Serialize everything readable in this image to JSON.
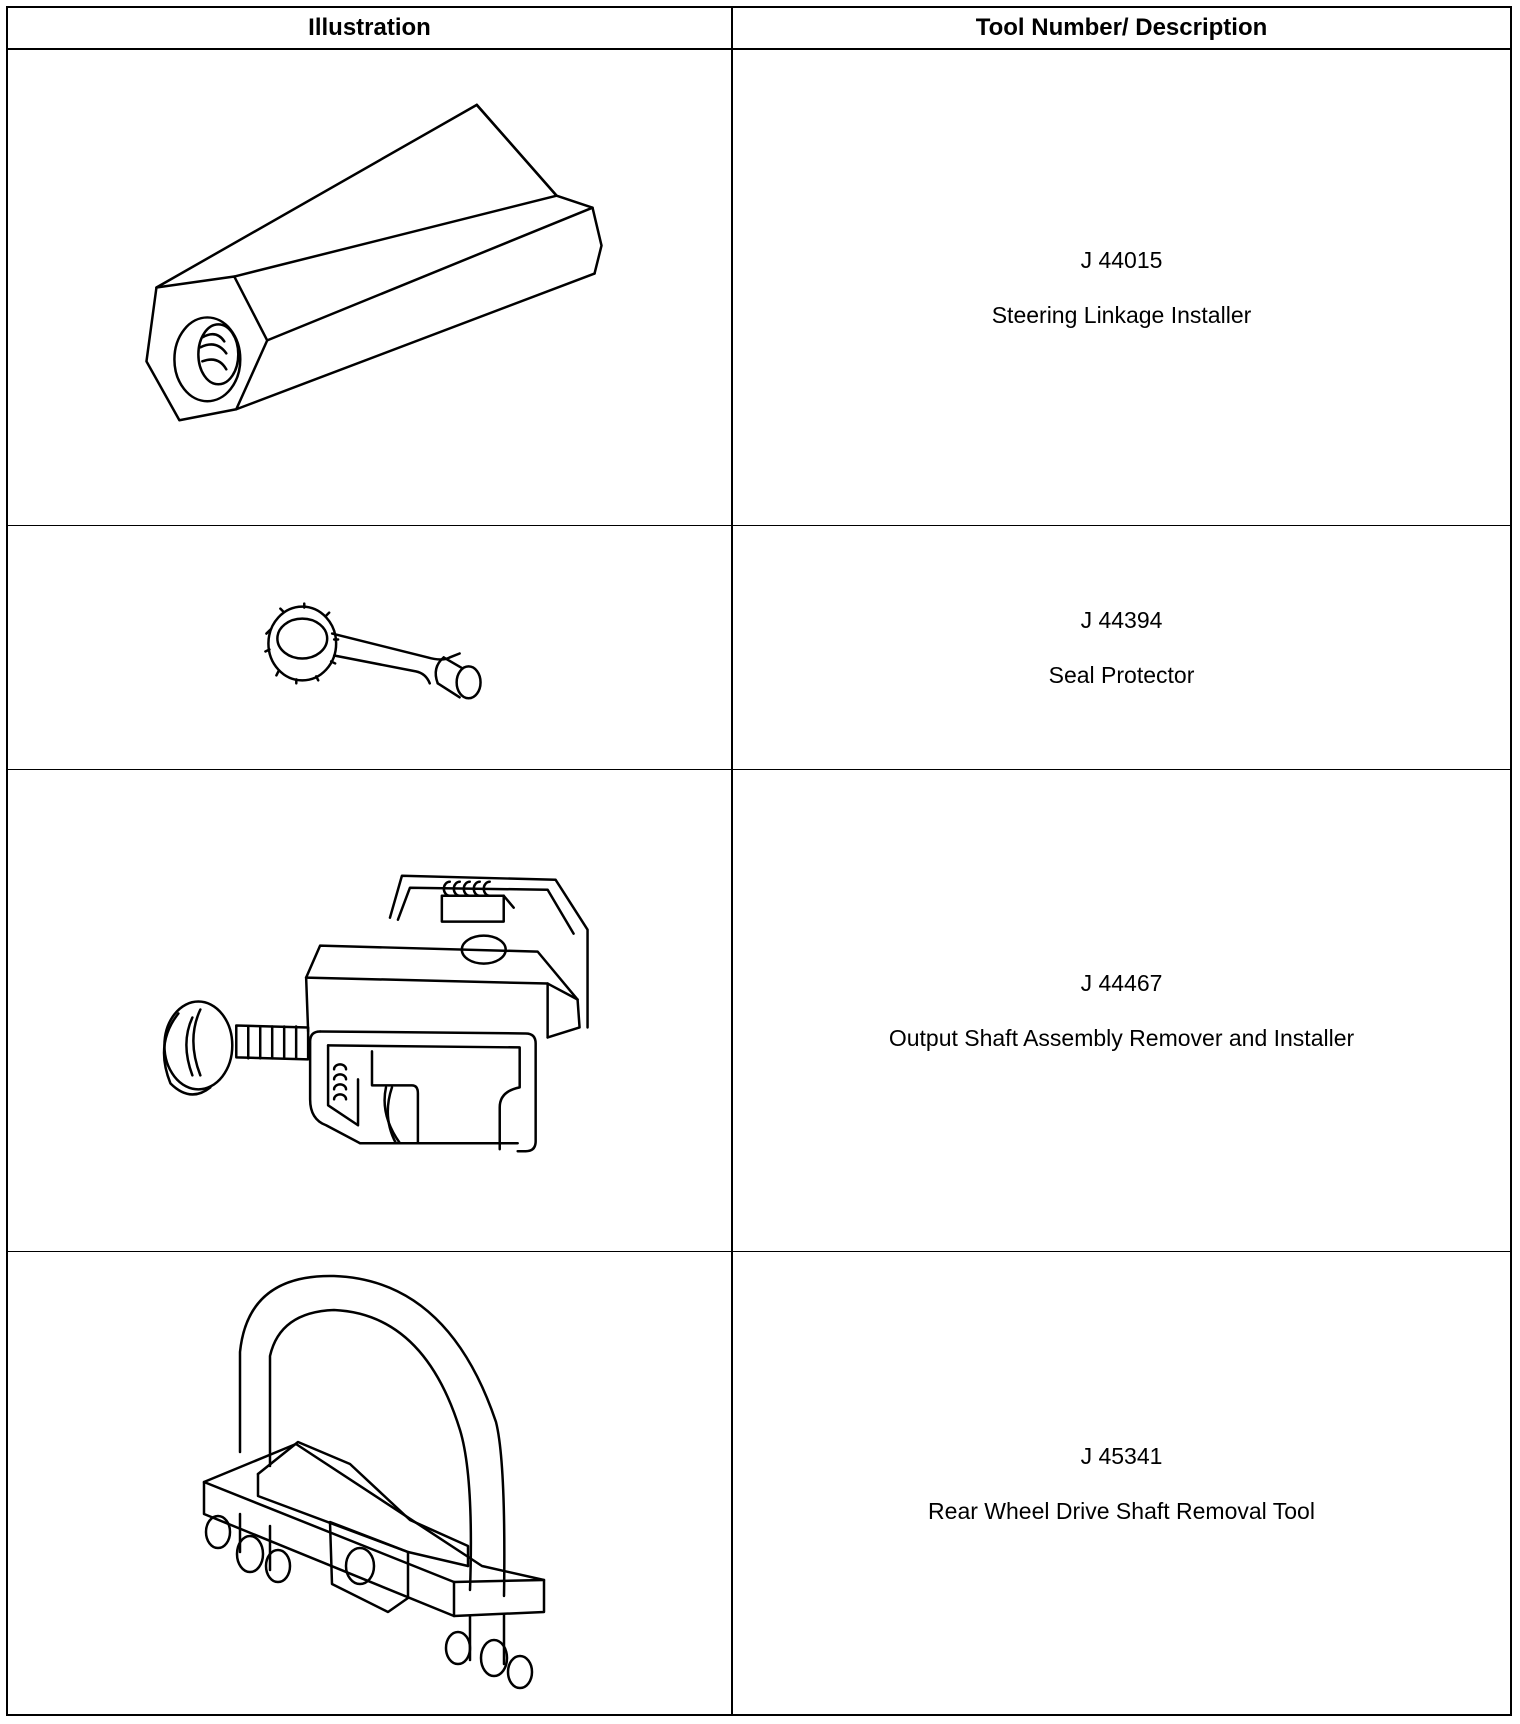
{
  "header": {
    "illustration": "Illustration",
    "tool_description": "Tool Number/ Description"
  },
  "tools": [
    {
      "number": "J 44015",
      "name": "Steering Linkage Installer",
      "icon": "hex-coupler-icon"
    },
    {
      "number": "J 44394",
      "name": "Seal Protector",
      "icon": "seal-protector-icon"
    },
    {
      "number": "J 44467",
      "name": "Output Shaft Assembly Remover and Installer",
      "icon": "shaft-clamp-icon"
    },
    {
      "number": "J 45341",
      "name": "Rear Wheel Drive Shaft Removal Tool",
      "icon": "u-bolt-tool-icon"
    }
  ]
}
